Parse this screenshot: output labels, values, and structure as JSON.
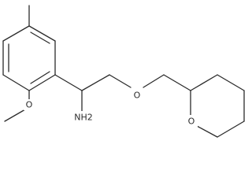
{
  "molecule": {
    "labels": {
      "methoxy_oxygen": "O",
      "amine": "NH2",
      "ether_oxygen": "O",
      "ring_oxygen": "O"
    }
  },
  "colors": {
    "bond": "#2b2b2b",
    "background": "#ffffff"
  }
}
